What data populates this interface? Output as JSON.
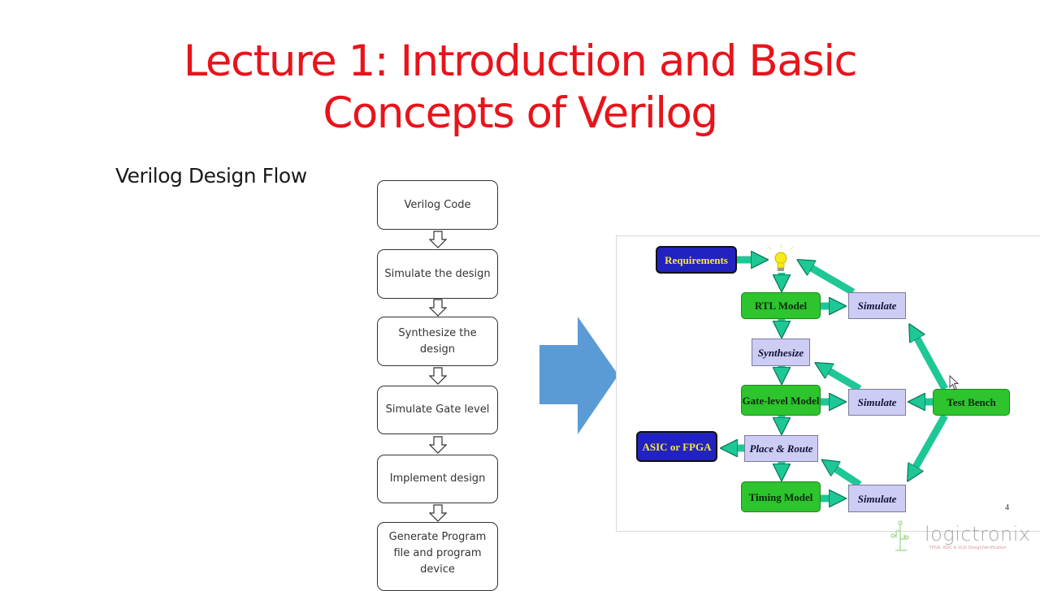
{
  "slide": {
    "title_lines": [
      "Lecture 1: Introduction and Basic",
      "Concepts of Verilog"
    ],
    "subtitle": "Verilog Design Flow",
    "title_color": "#e8141b"
  },
  "flowchart": {
    "steps": [
      {
        "label": "Verilog Code"
      },
      {
        "label": "Simulate the design"
      },
      {
        "label": "Synthesize the design"
      },
      {
        "label": "Simulate Gate level"
      },
      {
        "label": "Implement design"
      },
      {
        "label": "Generate Program file and program device"
      }
    ],
    "arrow_icon": "down-hollow-arrow-icon"
  },
  "connector": {
    "icon": "right-arrow-icon",
    "color": "#5b9bd5"
  },
  "embedded_slide": {
    "nodes": {
      "requirements": "Requirements",
      "rtl_model": "RTL Model",
      "simulate_rtl": "Simulate",
      "synthesize": "Synthesize",
      "gate_level_model": "Gate-level Model",
      "simulate_gate": "Simulate",
      "test_bench": "Test Bench",
      "asic_fpga": "ASIC or FPGA",
      "place_route": "Place & Route",
      "timing_model": "Timing Model",
      "simulate_timing": "Simulate"
    },
    "idea_icon": "lightbulb-icon",
    "page_number": "4",
    "colors": {
      "green_box": "#2dc42d",
      "blue_box": "#2222c0",
      "lavender_box": "#ccccf5",
      "arrow": "#1ec896"
    }
  },
  "watermark": {
    "brand": "logictronix",
    "tagline": "FPGA, ASIC & VLSI Design/Verification"
  }
}
